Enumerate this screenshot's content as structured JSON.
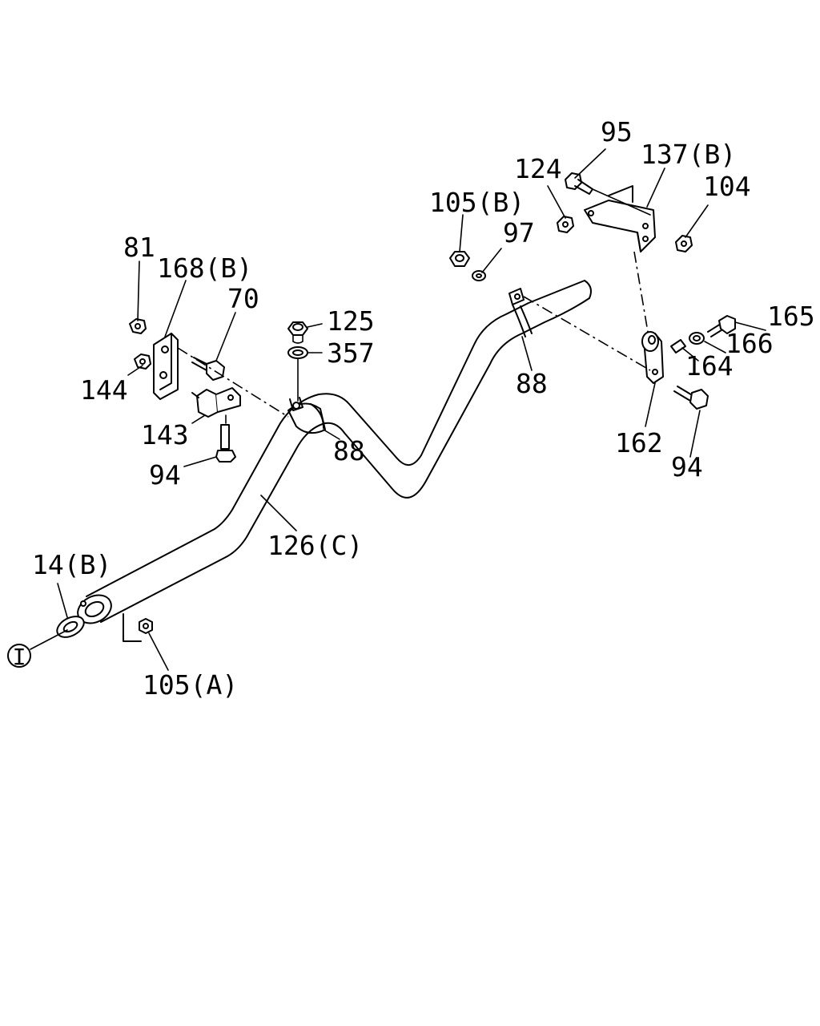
{
  "labels": {
    "l81": "81",
    "l168b": "168(B)",
    "l70": "70",
    "l144": "144",
    "l143": "143",
    "l94a": "94",
    "l125": "125",
    "l357": "357",
    "l88a": "88",
    "l126c": "126(C)",
    "l14b": "14(B)",
    "l105a": "105(A)",
    "l105b": "105(B)",
    "l97": "97",
    "l88b": "88",
    "l95": "95",
    "l124": "124",
    "l137b": "137(B)",
    "l104": "104",
    "l165": "165",
    "l166": "166",
    "l164": "164",
    "l162": "162",
    "l94b": "94",
    "ref_i": "I"
  }
}
